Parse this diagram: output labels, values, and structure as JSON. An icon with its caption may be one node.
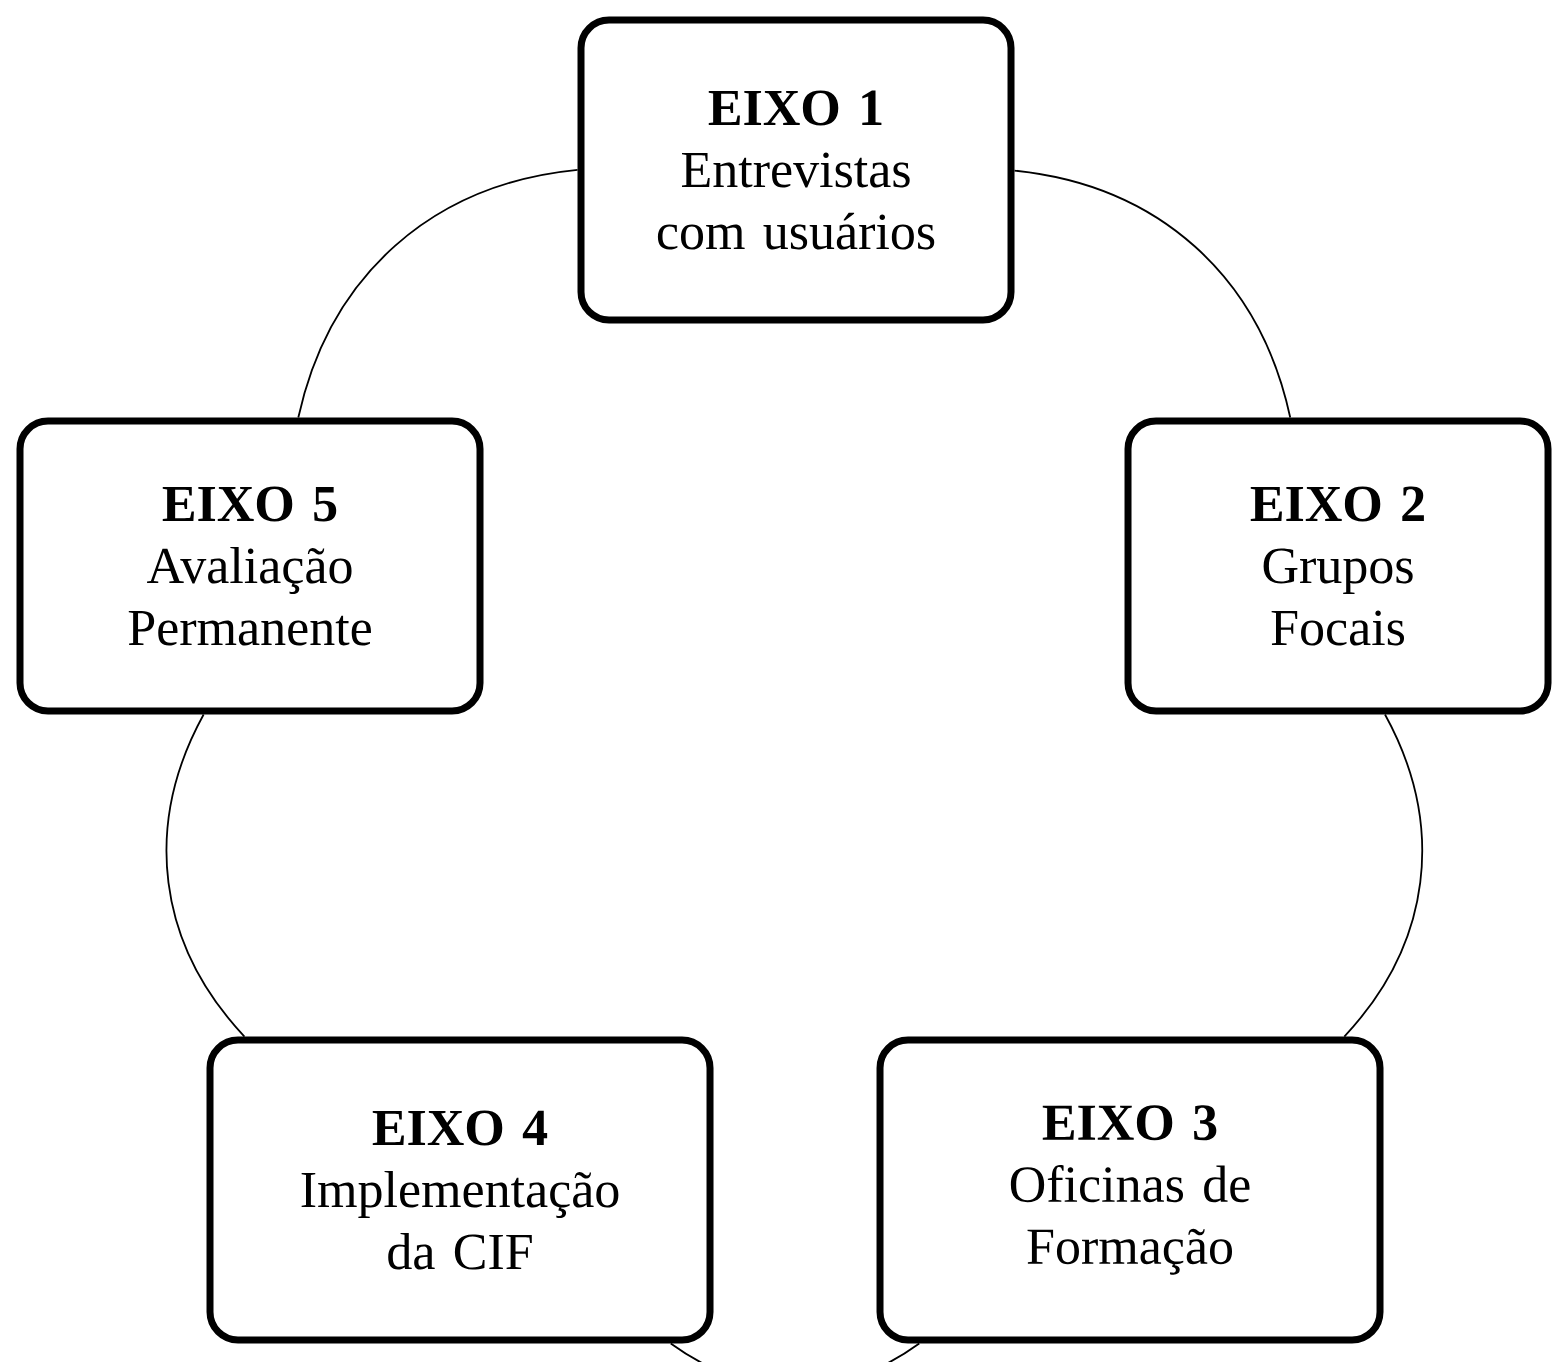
{
  "diagram": {
    "nodes": [
      {
        "text": [
          "EIXO 1",
          "Entrevistas com usuários"
        ]
      },
      {
        "text": [
          "EIXO 2",
          "Grupos Focais"
        ]
      },
      {
        "text": [
          "EIXO 3",
          "Oficinas de Formação"
        ]
      },
      {
        "text": [
          "EIXO 4",
          "Implementação da CIF"
        ]
      },
      {
        "text": [
          "EIXO 5",
          "Avaliação Permanente"
        ]
      }
    ],
    "edges": [
      {
        "from": 0,
        "to": 1,
        "arrow": "none"
      },
      {
        "from": 1,
        "to": 2,
        "arrow": "none"
      },
      {
        "from": 2,
        "to": 3,
        "arrow": "none"
      },
      {
        "from": 3,
        "to": 4,
        "arrow": "none"
      },
      {
        "from": 4,
        "to": 0,
        "arrow": "none"
      }
    ]
  }
}
